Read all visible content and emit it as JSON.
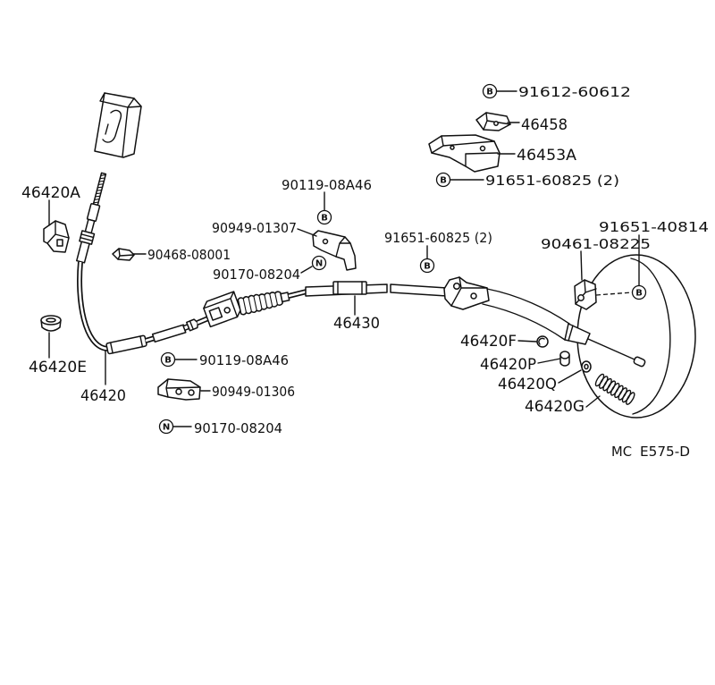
{
  "labels": [
    "91612-60612",
    "46458",
    "46453A",
    "91651-60825 (2)",
    "90119-08A46",
    "90949-01307",
    "91651-40814",
    "91651-60825 (2)",
    "90461-08225",
    "90468-08001",
    "90170-08204",
    "46420A",
    "46430",
    "46420F",
    "46420E",
    "46420P",
    "90119-08A46",
    "46420Q",
    "90949-01306",
    "46420",
    "46420G",
    "90170-08204"
  ],
  "markers": {
    "b": "B",
    "n": "N"
  },
  "footer": {
    "prefix": "MC",
    "code": "E575-D"
  }
}
